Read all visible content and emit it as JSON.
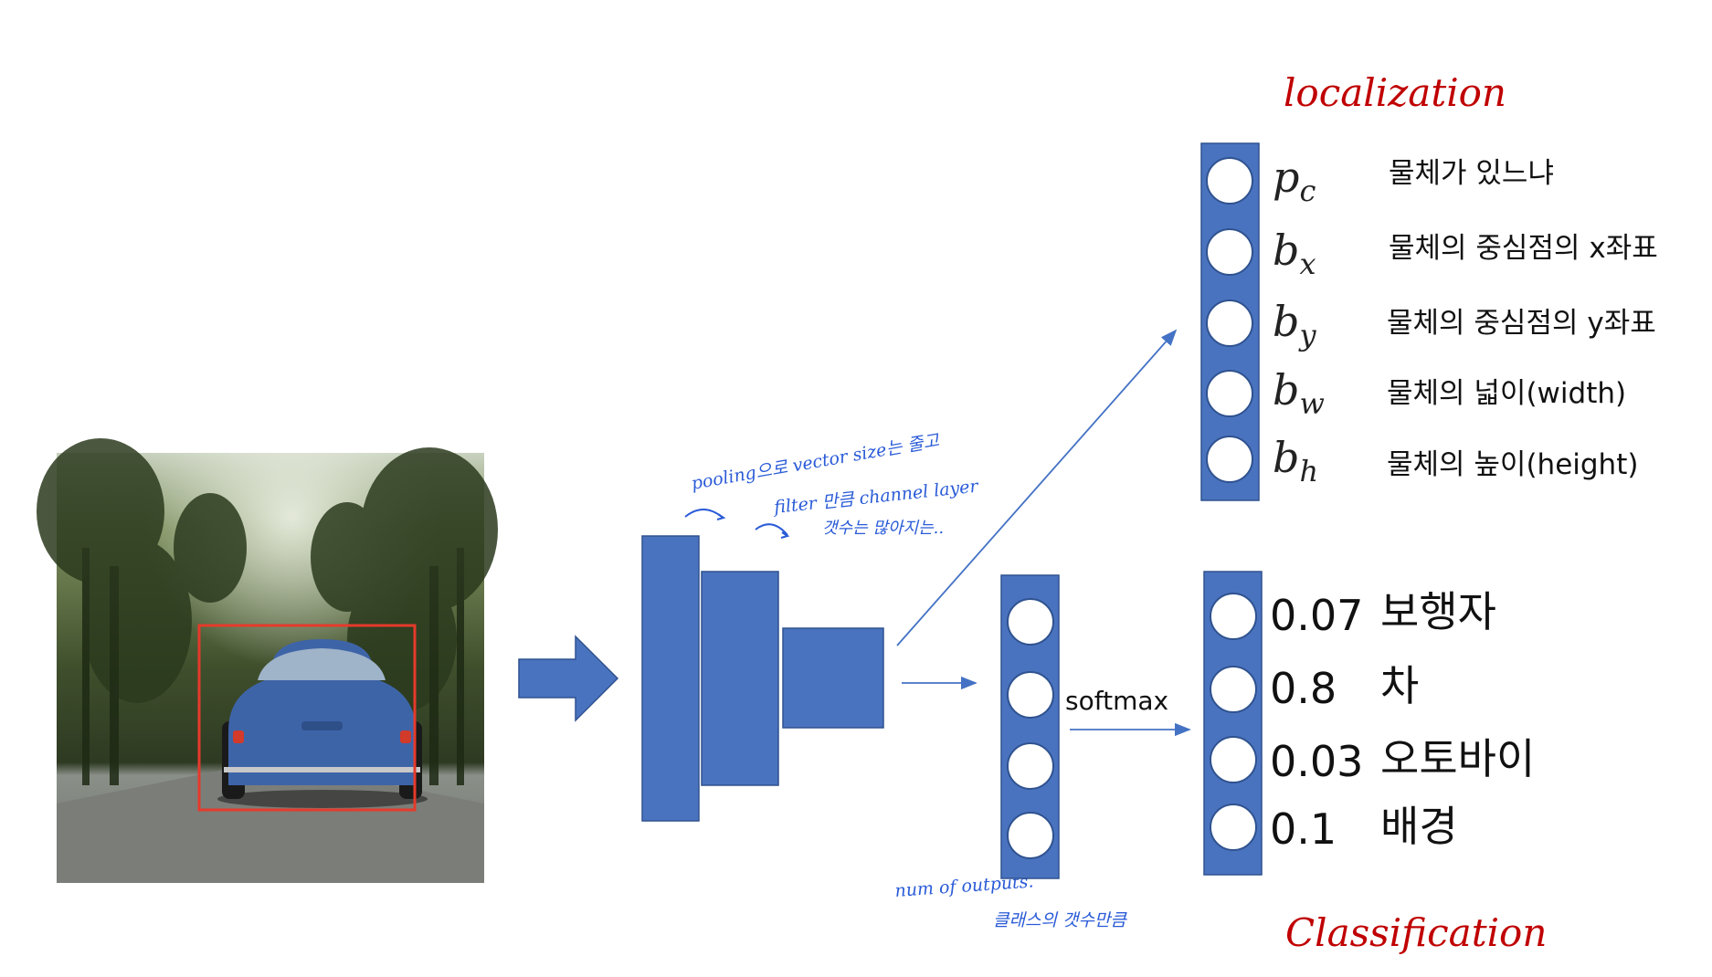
{
  "colors": {
    "block_fill": "#4a73bf",
    "block_stroke": "#2f528f",
    "node_fill": "#ffffff",
    "arrow_color": "#4472c4",
    "handwriting_red": "#c00000",
    "handwriting_blue": "#2a5bd7",
    "bbox_red": "#e53a2b"
  },
  "input_photo": {
    "icon": "car-photo-icon",
    "bbox_color": "#e53a2b"
  },
  "notes": {
    "pooling": "pooling으로 vector size는 줄고",
    "filter": "filter 만큼 channel layer",
    "filter_count": "갯수는 많아지는..",
    "num_outputs": "num of outputs.",
    "class_count": "클래스의 갯수만큼"
  },
  "softmax_label": "softmax",
  "localization": {
    "title": "localization",
    "rows": [
      {
        "symbol": "p",
        "sub": "c",
        "desc": "물체가 있느냐"
      },
      {
        "symbol": "b",
        "sub": "x",
        "desc": "물체의 중심점의 x좌표"
      },
      {
        "symbol": "b",
        "sub": "y",
        "desc": "물체의 중심점의 y좌표"
      },
      {
        "symbol": "b",
        "sub": "w",
        "desc": "물체의 넓이(width)"
      },
      {
        "symbol": "b",
        "sub": "h",
        "desc": "물체의 높이(height)"
      }
    ]
  },
  "classification": {
    "title": "Classification",
    "rows": [
      {
        "value": "0.07",
        "label": "보행자"
      },
      {
        "value": "0.8",
        "label": "차"
      },
      {
        "value": "0.03",
        "label": "오토바이"
      },
      {
        "value": "0.1",
        "label": "배경"
      }
    ]
  }
}
